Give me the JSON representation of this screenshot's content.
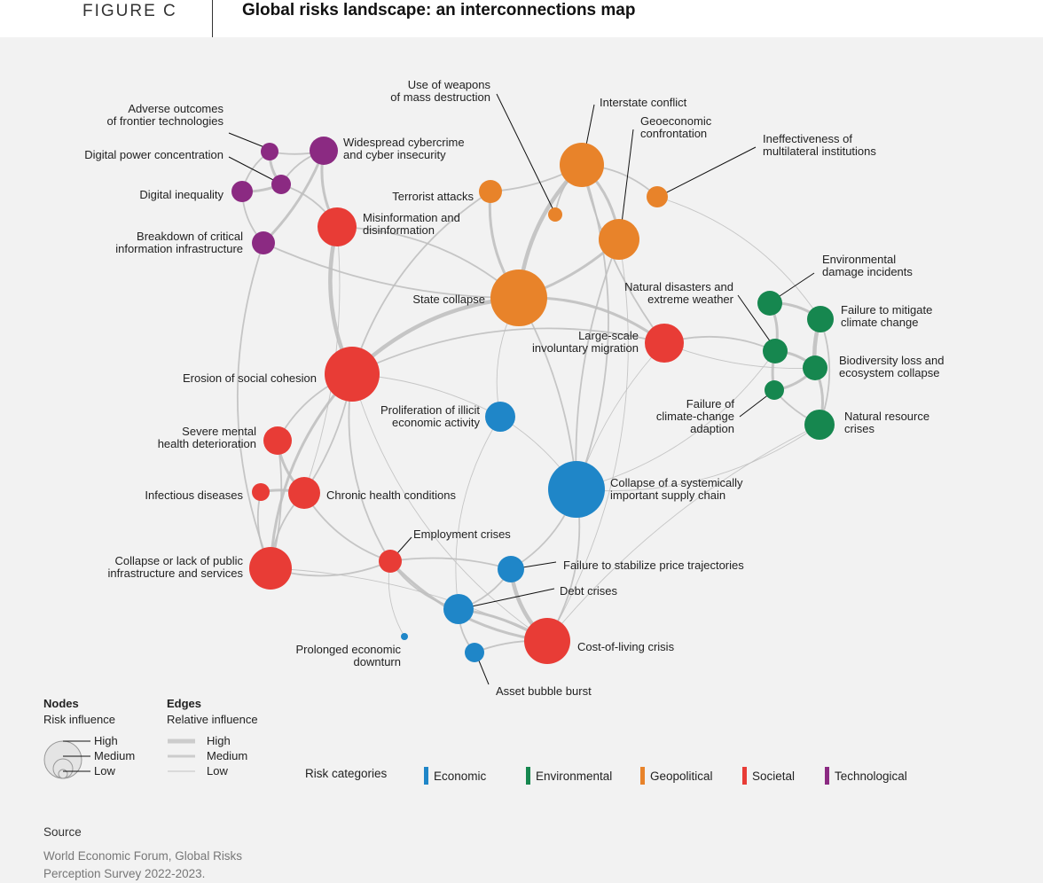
{
  "header": {
    "figure_label": "FIGURE C",
    "title": "Global risks landscape: an interconnections map"
  },
  "colors": {
    "Economic": "#1f86c8",
    "Environmental": "#16874f",
    "Geopolitical": "#e8832a",
    "Societal": "#e83c36",
    "Technological": "#8b2a82",
    "edge": "#bdbdbd"
  },
  "nodes": [
    {
      "id": "adverse",
      "label": [
        "Adverse outcomes",
        "of frontier technologies"
      ],
      "category": "Technological",
      "influence": "Low"
    },
    {
      "id": "cyber",
      "label": [
        "Widespread cybercrime",
        "and cyber insecurity"
      ],
      "category": "Technological",
      "influence": "Medium"
    },
    {
      "id": "power",
      "label": [
        "Digital power concentration"
      ],
      "category": "Technological",
      "influence": "Low"
    },
    {
      "id": "inequality",
      "label": [
        "Digital inequality"
      ],
      "category": "Technological",
      "influence": "Low"
    },
    {
      "id": "cii",
      "label": [
        "Breakdown of critical",
        "information infrastructure"
      ],
      "category": "Technological",
      "influence": "Low"
    },
    {
      "id": "misinfo",
      "label": [
        "Misinformation and",
        "disinformation"
      ],
      "category": "Societal",
      "influence": "Medium"
    },
    {
      "id": "terror",
      "label": [
        "Terrorist attacks"
      ],
      "category": "Geopolitical",
      "influence": "Low"
    },
    {
      "id": "wmd",
      "label": [
        "Use of weapons",
        "of mass destruction"
      ],
      "category": "Geopolitical",
      "influence": "Low"
    },
    {
      "id": "interstate",
      "label": [
        "Interstate conflict"
      ],
      "category": "Geopolitical",
      "influence": "Medium"
    },
    {
      "id": "geoeco",
      "label": [
        "Geoeconomic",
        "confrontation"
      ],
      "category": "Geopolitical",
      "influence": "Medium"
    },
    {
      "id": "multilat",
      "label": [
        "Ineffectiveness of",
        "multilateral institutions"
      ],
      "category": "Geopolitical",
      "influence": "Low"
    },
    {
      "id": "state",
      "label": [
        "State collapse"
      ],
      "category": "Geopolitical",
      "influence": "High"
    },
    {
      "id": "migration",
      "label": [
        "Large-scale",
        "involuntary migration"
      ],
      "category": "Societal",
      "influence": "Medium"
    },
    {
      "id": "erosion",
      "label": [
        "Erosion of social cohesion"
      ],
      "category": "Societal",
      "influence": "High"
    },
    {
      "id": "illicit",
      "label": [
        "Proliferation of illicit",
        "economic activity"
      ],
      "category": "Economic",
      "influence": "Low"
    },
    {
      "id": "envdamage",
      "label": [
        "Environmental",
        "damage incidents"
      ],
      "category": "Environmental",
      "influence": "Low"
    },
    {
      "id": "mitigate",
      "label": [
        "Failure to mitigate",
        "climate change"
      ],
      "category": "Environmental",
      "influence": "Low"
    },
    {
      "id": "disasters",
      "label": [
        "Natural disasters and",
        "extreme weather"
      ],
      "category": "Environmental",
      "influence": "Low"
    },
    {
      "id": "biodiv",
      "label": [
        "Biodiversity loss and",
        "ecosystem collapse"
      ],
      "category": "Environmental",
      "influence": "Low"
    },
    {
      "id": "adapt",
      "label": [
        "Failure of",
        "climate-change",
        "adaption"
      ],
      "category": "Environmental",
      "influence": "Low"
    },
    {
      "id": "resource",
      "label": [
        "Natural resource",
        "crises"
      ],
      "category": "Environmental",
      "influence": "Low"
    },
    {
      "id": "supply",
      "label": [
        "Collapse of a systemically",
        "important supply chain"
      ],
      "category": "Economic",
      "influence": "High"
    },
    {
      "id": "mental",
      "label": [
        "Severe mental",
        "health deterioration"
      ],
      "category": "Societal",
      "influence": "Low"
    },
    {
      "id": "infectious",
      "label": [
        "Infectious diseases"
      ],
      "category": "Societal",
      "influence": "Low"
    },
    {
      "id": "chronic",
      "label": [
        "Chronic health conditions"
      ],
      "category": "Societal",
      "influence": "Low"
    },
    {
      "id": "infra",
      "label": [
        "Collapse or lack of public",
        "infrastructure and services"
      ],
      "category": "Societal",
      "influence": "Medium"
    },
    {
      "id": "employment",
      "label": [
        "Employment crises"
      ],
      "category": "Societal",
      "influence": "Low"
    },
    {
      "id": "price",
      "label": [
        "Failure to stabilize price trajectories"
      ],
      "category": "Economic",
      "influence": "Low"
    },
    {
      "id": "debt",
      "label": [
        "Debt crises"
      ],
      "category": "Economic",
      "influence": "Low"
    },
    {
      "id": "costliving",
      "label": [
        "Cost-of-living crisis"
      ],
      "category": "Societal",
      "influence": "Medium"
    },
    {
      "id": "prolonged",
      "label": [
        "Prolonged economic",
        "downturn"
      ],
      "category": "Economic",
      "influence": "Low"
    },
    {
      "id": "asset",
      "label": [
        "Asset bubble burst"
      ],
      "category": "Economic",
      "influence": "Low"
    }
  ],
  "edges": [
    [
      "adverse",
      "cyber",
      2
    ],
    [
      "adverse",
      "power",
      3
    ],
    [
      "adverse",
      "inequality",
      2
    ],
    [
      "power",
      "inequality",
      3
    ],
    [
      "power",
      "cyber",
      2
    ],
    [
      "inequality",
      "cii",
      2
    ],
    [
      "cyber",
      "cii",
      3
    ],
    [
      "cyber",
      "misinfo",
      3
    ],
    [
      "misinfo",
      "erosion",
      4
    ],
    [
      "cii",
      "state",
      2
    ],
    [
      "power",
      "misinfo",
      2
    ],
    [
      "terror",
      "state",
      3
    ],
    [
      "terror",
      "interstate",
      2
    ],
    [
      "interstate",
      "state",
      4
    ],
    [
      "interstate",
      "geoeco",
      3
    ],
    [
      "geoeco",
      "state",
      3
    ],
    [
      "interstate",
      "multilat",
      2
    ],
    [
      "wmd",
      "interstate",
      2
    ],
    [
      "geoeco",
      "supply",
      2
    ],
    [
      "state",
      "migration",
      3
    ],
    [
      "state",
      "erosion",
      4
    ],
    [
      "interstate",
      "migration",
      2
    ],
    [
      "misinfo",
      "state",
      2
    ],
    [
      "state",
      "illicit",
      1
    ],
    [
      "state",
      "supply",
      2
    ],
    [
      "migration",
      "erosion",
      2
    ],
    [
      "migration",
      "disasters",
      2
    ],
    [
      "migration",
      "biodiv",
      1
    ],
    [
      "envdamage",
      "mitigate",
      3
    ],
    [
      "envdamage",
      "disasters",
      3
    ],
    [
      "mitigate",
      "biodiv",
      4
    ],
    [
      "disasters",
      "biodiv",
      3
    ],
    [
      "biodiv",
      "adapt",
      3
    ],
    [
      "disasters",
      "adapt",
      3
    ],
    [
      "biodiv",
      "resource",
      3
    ],
    [
      "mitigate",
      "resource",
      2
    ],
    [
      "adapt",
      "resource",
      2
    ],
    [
      "resource",
      "supply",
      1
    ],
    [
      "disasters",
      "supply",
      1
    ],
    [
      "resource",
      "costliving",
      1
    ],
    [
      "multilat",
      "mitigate",
      1
    ],
    [
      "erosion",
      "mental",
      2
    ],
    [
      "erosion",
      "chronic",
      2
    ],
    [
      "erosion",
      "infra",
      3
    ],
    [
      "erosion",
      "employment",
      2
    ],
    [
      "erosion",
      "illicit",
      1
    ],
    [
      "erosion",
      "costliving",
      1
    ],
    [
      "mental",
      "chronic",
      3
    ],
    [
      "infectious",
      "chronic",
      3
    ],
    [
      "chronic",
      "infra",
      2
    ],
    [
      "infectious",
      "infra",
      2
    ],
    [
      "mental",
      "infra",
      2
    ],
    [
      "chronic",
      "employment",
      2
    ],
    [
      "infra",
      "employment",
      2
    ],
    [
      "infra",
      "costliving",
      1
    ],
    [
      "employment",
      "debt",
      2
    ],
    [
      "employment",
      "costliving",
      3
    ],
    [
      "employment",
      "price",
      2
    ],
    [
      "employment",
      "prolonged",
      1
    ],
    [
      "price",
      "costliving",
      4
    ],
    [
      "debt",
      "costliving",
      3
    ],
    [
      "debt",
      "asset",
      2
    ],
    [
      "price",
      "debt",
      2
    ],
    [
      "asset",
      "costliving",
      2
    ],
    [
      "supply",
      "price",
      2
    ],
    [
      "supply",
      "costliving",
      2
    ],
    [
      "illicit",
      "supply",
      1
    ],
    [
      "illicit",
      "debt",
      1
    ],
    [
      "geoeco",
      "costliving",
      1
    ],
    [
      "misinfo",
      "chronic",
      1
    ],
    [
      "cii",
      "infra",
      2
    ],
    [
      "terror",
      "erosion",
      2
    ],
    [
      "migration",
      "supply",
      1
    ],
    [
      "interstate",
      "supply",
      2
    ]
  ],
  "legend": {
    "nodes_title": "Nodes",
    "nodes_sub": "Risk influence",
    "edges_title": "Edges",
    "edges_sub": "Relative influence",
    "levels": [
      "High",
      "Medium",
      "Low"
    ],
    "categories_label": "Risk categories",
    "categories": [
      "Economic",
      "Environmental",
      "Geopolitical",
      "Societal",
      "Technological"
    ]
  },
  "source": {
    "heading": "Source",
    "text": [
      "World Economic Forum, Global Risks",
      "Perception Survey 2022-2023."
    ]
  }
}
